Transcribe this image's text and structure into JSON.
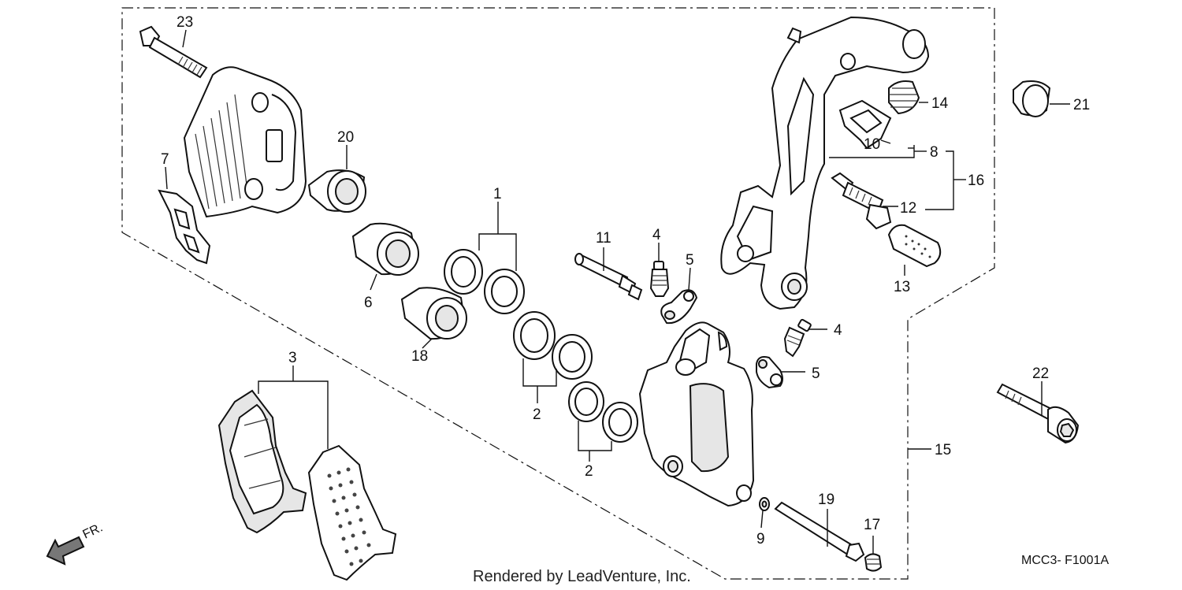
{
  "diagram": {
    "code": "MCC3- F1001A",
    "footer": "Rendered by LeadVenture, Inc.",
    "direction_label": "FR."
  },
  "callouts": [
    {
      "id": "c1",
      "label": "1"
    },
    {
      "id": "c2a",
      "label": "2"
    },
    {
      "id": "c2b",
      "label": "2"
    },
    {
      "id": "c3",
      "label": "3"
    },
    {
      "id": "c4a",
      "label": "4"
    },
    {
      "id": "c4b",
      "label": "4"
    },
    {
      "id": "c5a",
      "label": "5"
    },
    {
      "id": "c5b",
      "label": "5"
    },
    {
      "id": "c6",
      "label": "6"
    },
    {
      "id": "c7",
      "label": "7"
    },
    {
      "id": "c8",
      "label": "8"
    },
    {
      "id": "c9",
      "label": "9"
    },
    {
      "id": "c10",
      "label": "10"
    },
    {
      "id": "c11",
      "label": "11"
    },
    {
      "id": "c12",
      "label": "12"
    },
    {
      "id": "c13",
      "label": "13"
    },
    {
      "id": "c14",
      "label": "14"
    },
    {
      "id": "c15",
      "label": "15"
    },
    {
      "id": "c16",
      "label": "16"
    },
    {
      "id": "c17",
      "label": "17"
    },
    {
      "id": "c18",
      "label": "18"
    },
    {
      "id": "c19",
      "label": "19"
    },
    {
      "id": "c20",
      "label": "20"
    },
    {
      "id": "c21",
      "label": "21"
    },
    {
      "id": "c22",
      "label": "22"
    },
    {
      "id": "c23",
      "label": "23"
    }
  ]
}
